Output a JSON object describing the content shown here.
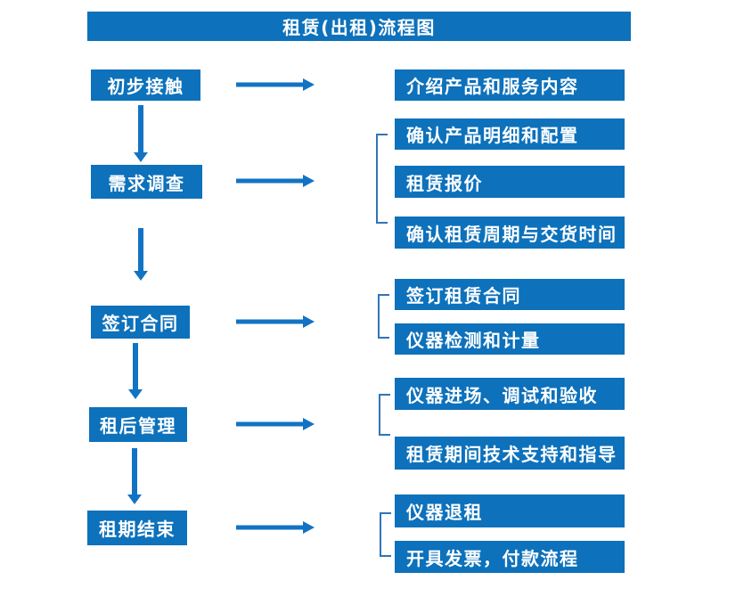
{
  "title": "租赁(出租)流程图",
  "colors": {
    "box_blue": "#0d71bb",
    "arrow_blue": "#1273c4",
    "bracket_blue": "#2e75b6",
    "text_white": "#ffffff",
    "background": "#ffffff"
  },
  "stages": [
    "初步接触",
    "需求调查",
    "签订合同",
    "租后管理",
    "租期结束"
  ],
  "detail_groups": [
    {
      "items": [
        "介绍产品和服务内容"
      ]
    },
    {
      "items": [
        "确认产品明细和配置",
        "租赁报价",
        "确认租赁周期与交货时间"
      ]
    },
    {
      "items": [
        "签订租赁合同",
        "仪器检测和计量"
      ]
    },
    {
      "items": [
        "仪器进场、调试和验收",
        "租赁期间技术支持和指导"
      ]
    },
    {
      "items": [
        "仪器退租",
        "开具发票，付款流程"
      ]
    }
  ]
}
